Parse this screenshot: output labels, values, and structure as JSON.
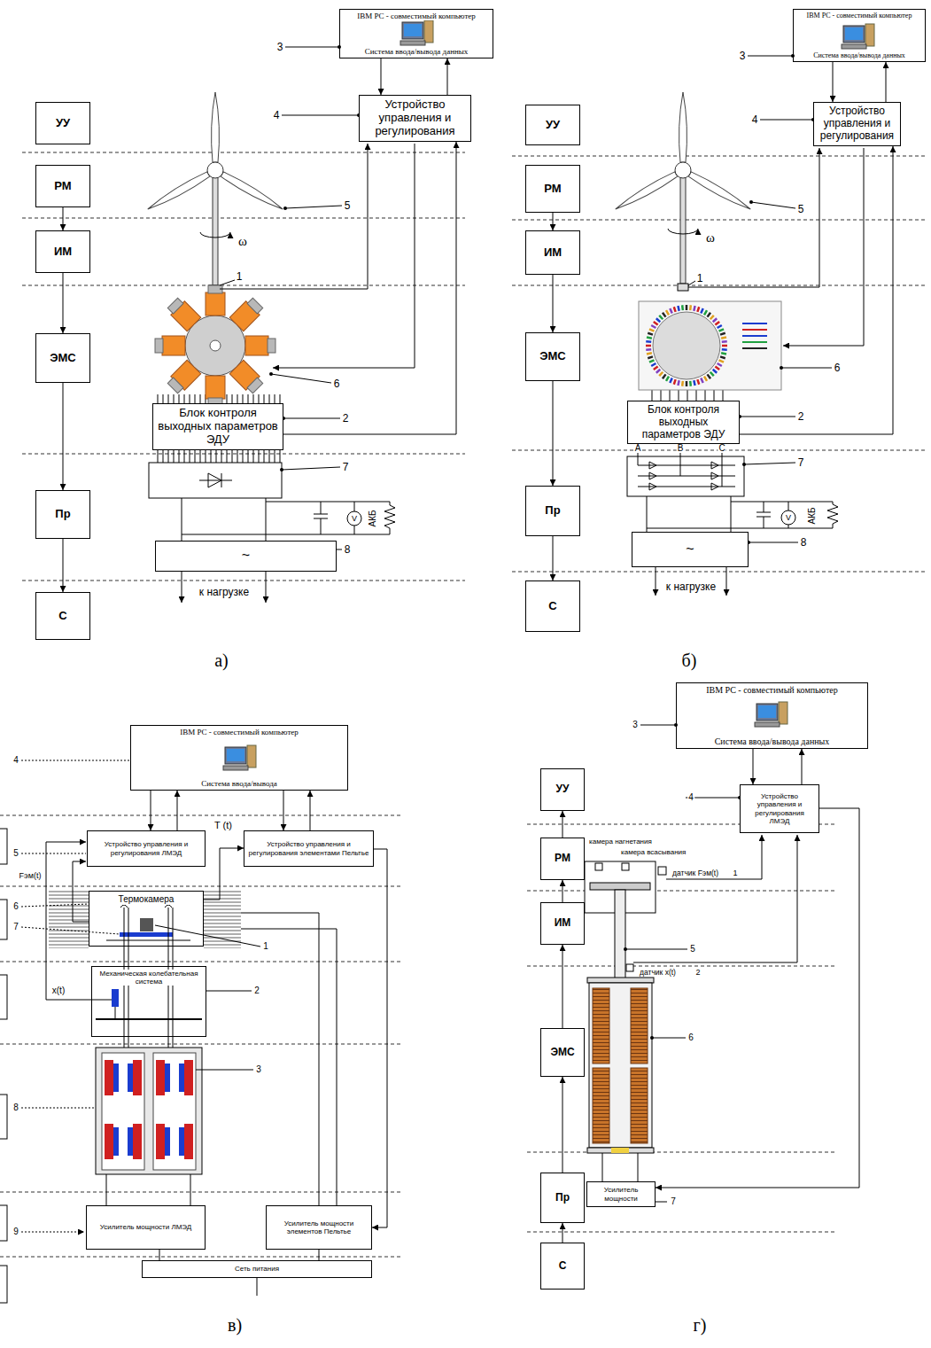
{
  "diagram": {
    "nodes": [
      {
        "text": [
          "УУ"
        ]
      },
      {
        "text": [
          "РМ"
        ]
      },
      {
        "text": [
          "ИМ"
        ]
      },
      {
        "text": [
          "ЭМС"
        ]
      },
      {
        "text": [
          "Пр"
        ]
      },
      {
        "text": [
          "С"
        ]
      },
      {
        "text": [
          "IBM PC - совместимый компьютер",
          "Система ввода/вывода данных"
        ]
      },
      {
        "text": [
          "Устройство управления и регулирования"
        ]
      },
      {
        "text": [
          "Блок контроля выходных параметров ЭДУ"
        ]
      },
      {
        "text": [
          "~"
        ]
      },
      {
        "text": [
          "УУ"
        ]
      },
      {
        "text": [
          "РМ"
        ]
      },
      {
        "text": [
          "ИМ"
        ]
      },
      {
        "text": [
          "ЭМС"
        ]
      },
      {
        "text": [
          "Пр"
        ]
      },
      {
        "text": [
          "С"
        ]
      },
      {
        "text": [
          "IBM PC - совместимый компьютер",
          "Система ввода/вывода данных"
        ]
      },
      {
        "text": [
          "Устройство управления и регулирования"
        ]
      },
      {
        "text": [
          "Блок контроля выходных параметров ЭДУ"
        ]
      },
      {
        "text": [
          "~"
        ]
      },
      {
        "text": [
          "IBM PC - совместимый компьютер",
          "Система ввода/вывода"
        ]
      },
      {
        "text": [
          "Устройство управления и регулирования ЛМЭД"
        ]
      },
      {
        "text": [
          "Устройство управления и регулирования элементами Пельтье"
        ]
      },
      {
        "text": [
          "Термокамера"
        ]
      },
      {
        "text": [
          "Механическая колебательная система"
        ]
      },
      {
        "text": [
          "Усилитель мощности ЛМЭД"
        ]
      },
      {
        "text": [
          "Усилитель мощности элементов Пельтье"
        ]
      },
      {
        "text": [
          "Сеть питания"
        ]
      },
      {
        "text": [
          "IBM PC - совместимый компьютер",
          "Система ввода/вывода данных"
        ]
      },
      {
        "text": [
          "УУ"
        ]
      },
      {
        "text": [
          "РМ"
        ]
      },
      {
        "text": [
          "ИМ"
        ]
      },
      {
        "text": [
          "ЭМС"
        ]
      },
      {
        "text": [
          "Пр"
        ]
      },
      {
        "text": [
          "С"
        ]
      },
      {
        "text": [
          "Устройство управления и регулирования ЛМЭД"
        ]
      },
      {
        "text": [
          "Усилитель мощности"
        ]
      }
    ],
    "edges": [
      {
        "from": 1,
        "to": 2,
        "arrow": "to"
      },
      {
        "from": 2,
        "to": 3,
        "arrow": "to"
      },
      {
        "from": 3,
        "to": 4,
        "arrow": "to"
      },
      {
        "from": 4,
        "to": 5,
        "arrow": "to"
      },
      {
        "from": 6,
        "to": 7,
        "arrow": "to"
      },
      {
        "from": 7,
        "to": 6,
        "arrow": "to"
      },
      {
        "from": 8,
        "to": 7,
        "arrow": "to"
      },
      {
        "from": 11,
        "to": 12,
        "arrow": "to"
      },
      {
        "from": 12,
        "to": 13,
        "arrow": "to"
      },
      {
        "from": 13,
        "to": 14,
        "arrow": "to"
      },
      {
        "from": 14,
        "to": 15,
        "arrow": "to"
      },
      {
        "from": 16,
        "to": 17,
        "arrow": "to"
      },
      {
        "from": 17,
        "to": 16,
        "arrow": "to"
      },
      {
        "from": 18,
        "to": 17,
        "arrow": "to"
      },
      {
        "from": 20,
        "to": 21,
        "arrow": "to"
      },
      {
        "from": 21,
        "to": 20,
        "arrow": "to"
      },
      {
        "from": 20,
        "to": 22,
        "arrow": "to"
      },
      {
        "from": 22,
        "to": 20,
        "arrow": "to"
      },
      {
        "from": 23,
        "to": 22,
        "arrow": "to"
      },
      {
        "from": 22,
        "to": 26,
        "arrow": "to"
      },
      {
        "from": 25,
        "to": 27,
        "arrow": "none"
      },
      {
        "from": 26,
        "to": 27,
        "arrow": "none"
      },
      {
        "from": 28,
        "to": 35,
        "arrow": "to"
      },
      {
        "from": 35,
        "to": 28,
        "arrow": "to"
      },
      {
        "from": 30,
        "to": 29,
        "arrow": "to"
      },
      {
        "from": 31,
        "to": 30,
        "arrow": "to"
      },
      {
        "from": 32,
        "to": 31,
        "arrow": "to"
      },
      {
        "from": 33,
        "to": 32,
        "arrow": "to"
      },
      {
        "from": 34,
        "to": 33,
        "arrow": "to"
      },
      {
        "from": 35,
        "to": 36,
        "arrow": "to"
      }
    ],
    "labels": [
      "3",
      "4",
      "5",
      "ω",
      "1",
      "6",
      "2",
      "7",
      "АКБ",
      "8",
      "к нагрузке",
      "а)",
      "3",
      "4",
      "5",
      "ω",
      "1",
      "6",
      "2",
      "A",
      "B",
      "C",
      "7",
      "АКБ",
      "8",
      "к нагрузке",
      "б)",
      "4",
      "T (t)",
      "5",
      "Fэм(t)",
      "6",
      "7",
      "1",
      "2",
      "x(t)",
      "3",
      "8",
      "9",
      "в)",
      "3",
      "4",
      "камера нагнетания",
      "камера всасывания",
      "датчик Fэм(t)",
      "1",
      "5",
      "датчик x(t)",
      "2",
      "6",
      "7",
      "г)",
      "V",
      "V"
    ]
  }
}
